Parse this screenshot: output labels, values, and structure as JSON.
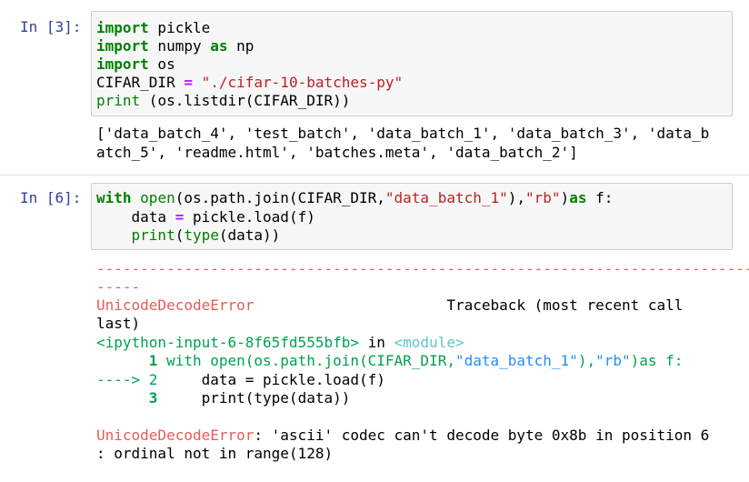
{
  "cell1": {
    "prompt": "In [3]:",
    "code": {
      "l1_kw": "import",
      "l1_rest": " pickle",
      "l2_kw": "import",
      "l2_mid": " numpy ",
      "l2_as": "as",
      "l2_rest": " np",
      "l3_kw": "import",
      "l3_rest": " os",
      "l4_var": "CIFAR_DIR ",
      "l4_eq": "=",
      "l4_sp": " ",
      "l4_str": "\"./cifar-10-batches-py\"",
      "l5_fn": "print",
      "l5_rest": " (os.listdir(CIFAR_DIR))"
    },
    "output": {
      "line1": "['data_batch_4', 'test_batch', 'data_batch_1', 'data_batch_3', 'data_b",
      "line2": "atch_5', 'readme.html', 'batches.meta', 'data_batch_2']"
    }
  },
  "cell2": {
    "prompt": "In [6]:",
    "code": {
      "l1_kw": "with",
      "l1_sp": " ",
      "l1_open": "open",
      "l1_a": "(os.path.join(CIFAR_DIR,",
      "l1_s1": "\"data_batch_1\"",
      "l1_b": "),",
      "l1_s2": "\"rb\"",
      "l1_c": ")",
      "l1_as": "as",
      "l1_d": " f:",
      "l2_a": "    data ",
      "l2_eq": "=",
      "l2_b": " pickle.load(f)",
      "l3_a": "    ",
      "l3_print": "print",
      "l3_b": "(",
      "l3_type": "type",
      "l3_c": "(data))"
    },
    "traceback": {
      "dash1": "---------------------------------------------------------------------------",
      "dash2": "-----",
      "err_name": "UnicodeDecodeError",
      "tb_label": "                      Traceback (most recent call",
      "last": "last)",
      "input_ref": "<ipython-input-6-8f65fd555bfb>",
      "in_word": " in ",
      "module": "<module>",
      "f1_num": "      1",
      "f1_code_a": " with open(os.path.join(CIFAR_DIR,",
      "f1_s1": "\"data_batch_1\"",
      "f1_code_b": "),",
      "f1_s2": "\"rb\"",
      "f1_code_c": ")as f:",
      "f2_arrow": "----> 2",
      "f2_code": "     data = pickle.load(f)",
      "f3_num": "      3",
      "f3_code": "     print(type(data))",
      "final_err": "UnicodeDecodeError",
      "final_msg1": ": 'ascii' codec can't decode byte 0x8b in position 6",
      "final_msg2": ": ordinal not in range(128)"
    }
  }
}
